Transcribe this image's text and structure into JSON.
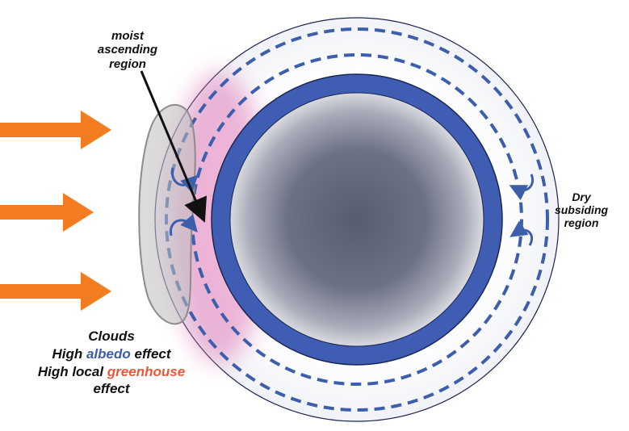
{
  "labels": {
    "moist": [
      "moist",
      "ascending",
      "region"
    ],
    "dry": [
      "Dry",
      "subsiding",
      "region"
    ],
    "clouds": {
      "line1": "Clouds",
      "line2_pre": "High ",
      "line2_hl": "albedo",
      "line2_post": " effect",
      "line3_pre": "High local ",
      "line3_hl": "greenhouse",
      "line4": "effect"
    }
  },
  "colors": {
    "arrow": "#f47c20",
    "circulation": "#3d5eab",
    "ocean_ring": "#3e5db3",
    "planet_core": "#5a5f75",
    "moist_glow": "#e07ab8",
    "cloud": "#b5b5b5",
    "albedo_text": "#3d5eab",
    "greenhouse_text": "#e8583a"
  },
  "icons": {
    "sunlight": "right-arrow-icon",
    "eddy": "curl-arrow-icon"
  }
}
